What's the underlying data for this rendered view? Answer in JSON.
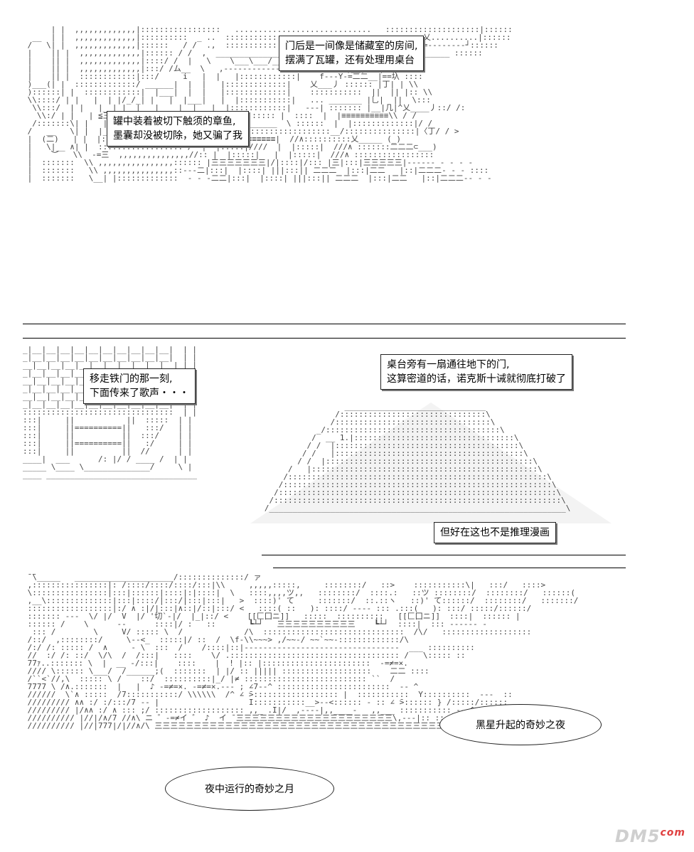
{
  "panels": {
    "top": {
      "caption_door": "门后是一间像是储藏室的房间,\n摆满了瓦罐，还有处理用桌台",
      "caption_jar": "罐中装着被切下触须的章鱼,\n墨囊却没被切除，她又骗了我"
    },
    "middle": {
      "caption_gate": "移走铁门的那一刻,\n下面传来了歌声・・・",
      "caption_secret": "桌台旁有一扇通往地下的门,\n这算密道的话，诺克斯十诫就彻底打破了",
      "caption_mystery": "但好在这也不是推理漫画"
    },
    "bottom": {
      "song_black_star": "黑星升起的奇妙之夜",
      "song_moon": "夜中运行的奇妙之月"
    }
  },
  "watermark": {
    "text": "DM5",
    "suffix": "com"
  }
}
